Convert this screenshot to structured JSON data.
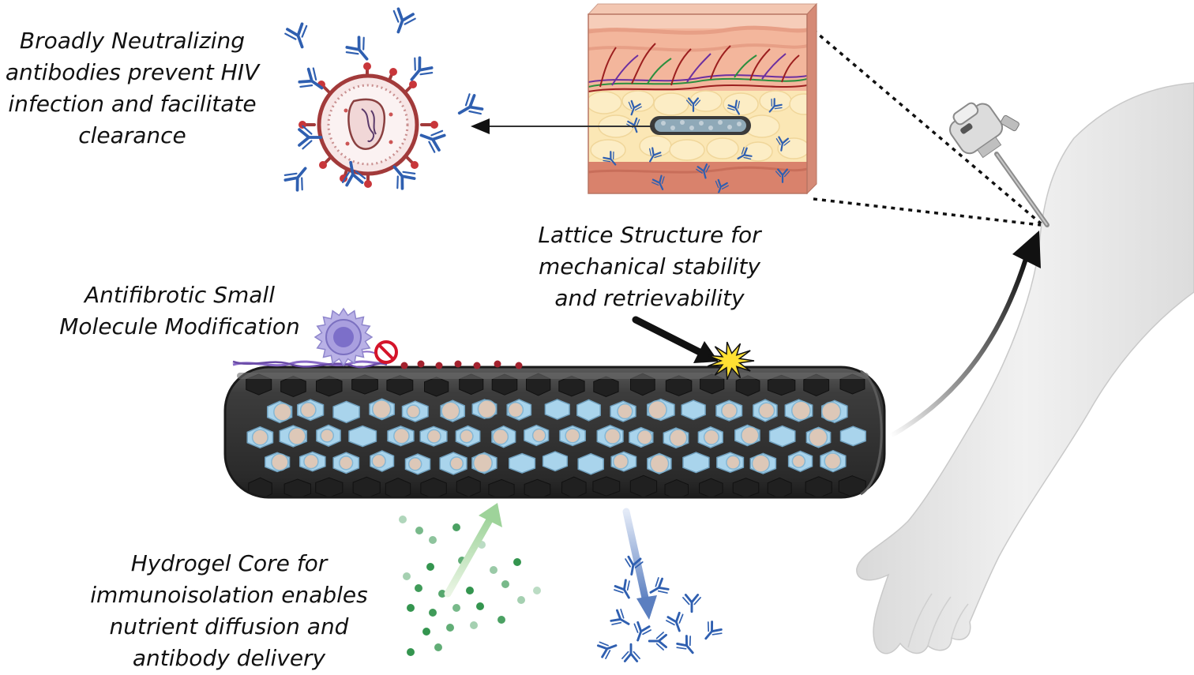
{
  "labels": {
    "bnab": [
      "Broadly Neutralizing",
      "antibodies prevent HIV",
      "infection and facilitate",
      "clearance"
    ],
    "lattice": [
      "Lattice Structure for",
      "mechanical stability",
      "and retrievability"
    ],
    "antifibrotic": [
      "Antifibrotic Small",
      "Molecule Modification"
    ],
    "hydrogel": [
      "Hydrogel Core for",
      "immunoisolation enables",
      "nutrient diffusion and",
      "antibody delivery"
    ]
  },
  "icons": [
    "antibody-icon",
    "hiv-virion-icon",
    "skin-cross-section",
    "implant-device",
    "trocar-injector-icon",
    "arm-silhouette",
    "macrophage-icon",
    "no-symbol-icon",
    "starburst-icon",
    "nutrient-dots",
    "arrow-icon"
  ],
  "colors": {
    "antibody": "#2f5fb0",
    "virus": "#a23a3a",
    "lattice": "#3b3b3b",
    "hydrogel": "#a9d4ec",
    "cells": "#e7c6b0",
    "nutrients": "#1e8a3c",
    "starburst": "#ffe033",
    "macrophage": "#9e96d6",
    "no_symbol": "#d4142a"
  }
}
